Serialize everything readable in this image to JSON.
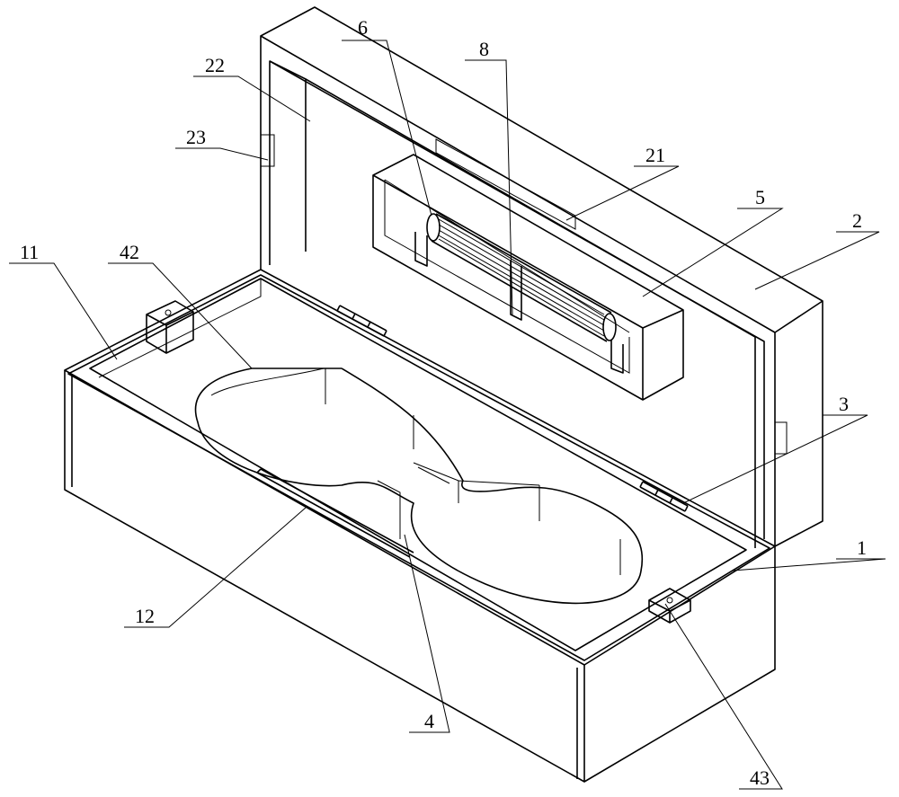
{
  "labels": {
    "l6": "6",
    "l8": "8",
    "l22": "22",
    "l23": "23",
    "l21": "21",
    "l5": "5",
    "l2": "2",
    "l11": "11",
    "l42": "42",
    "l3": "3",
    "l1": "1",
    "l12": "12",
    "l4": "4",
    "l43": "43"
  }
}
